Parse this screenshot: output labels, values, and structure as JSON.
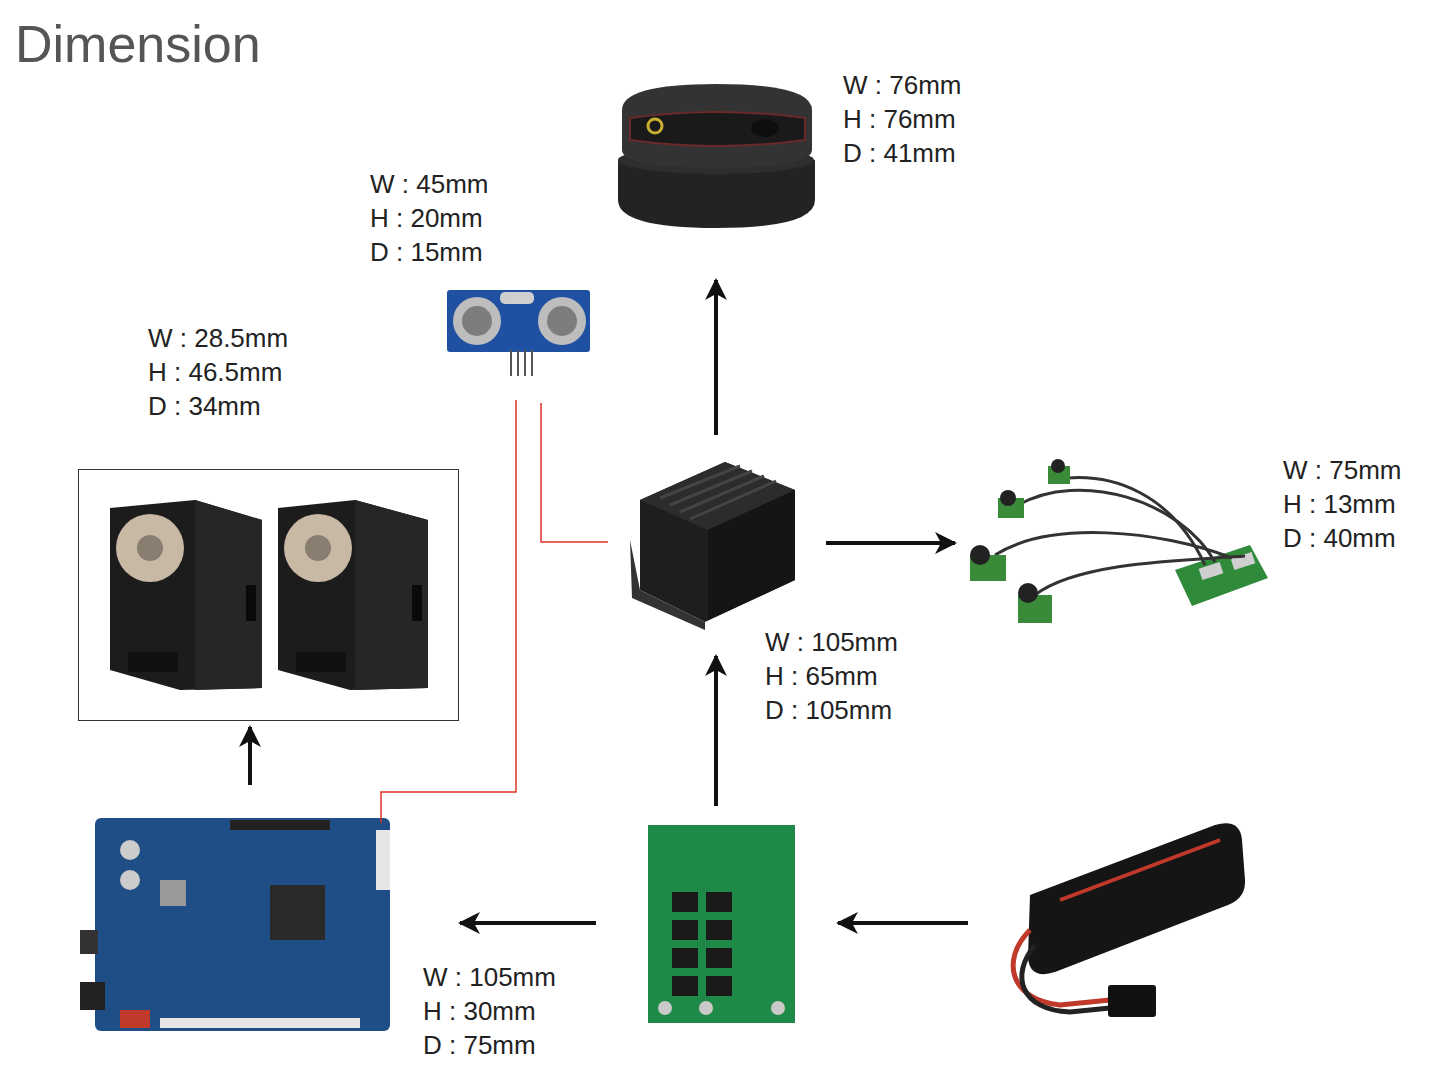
{
  "diagram": {
    "title": "Dimension",
    "nodes": [
      {
        "text": [
          "W : 76mm",
          "H : 76mm",
          "D : 41mm"
        ]
      },
      {
        "text": [
          "W : 45mm",
          "H : 20mm",
          "D : 15mm"
        ]
      },
      {
        "text": [
          "W : 28.5mm",
          "H : 46.5mm",
          "D : 34mm"
        ]
      },
      {
        "text": [
          "W : 105mm",
          "H : 65mm",
          "D : 105mm"
        ]
      },
      {
        "text": [
          "W : 75mm",
          "H : 13mm",
          "D : 40mm"
        ]
      },
      {
        "text": [
          "W : 105mm",
          "H : 30mm",
          "D : 75mm"
        ]
      }
    ],
    "edges": [
      {
        "from": 3,
        "to": 0,
        "arrow": "to"
      },
      {
        "from": 3,
        "to": 4,
        "arrow": "to"
      },
      {
        "from": 5,
        "to": 2,
        "arrow": "to"
      },
      {
        "from": 1,
        "to": 3,
        "arrow": "none"
      },
      {
        "from": 1,
        "to": 5,
        "arrow": "none"
      }
    ]
  }
}
